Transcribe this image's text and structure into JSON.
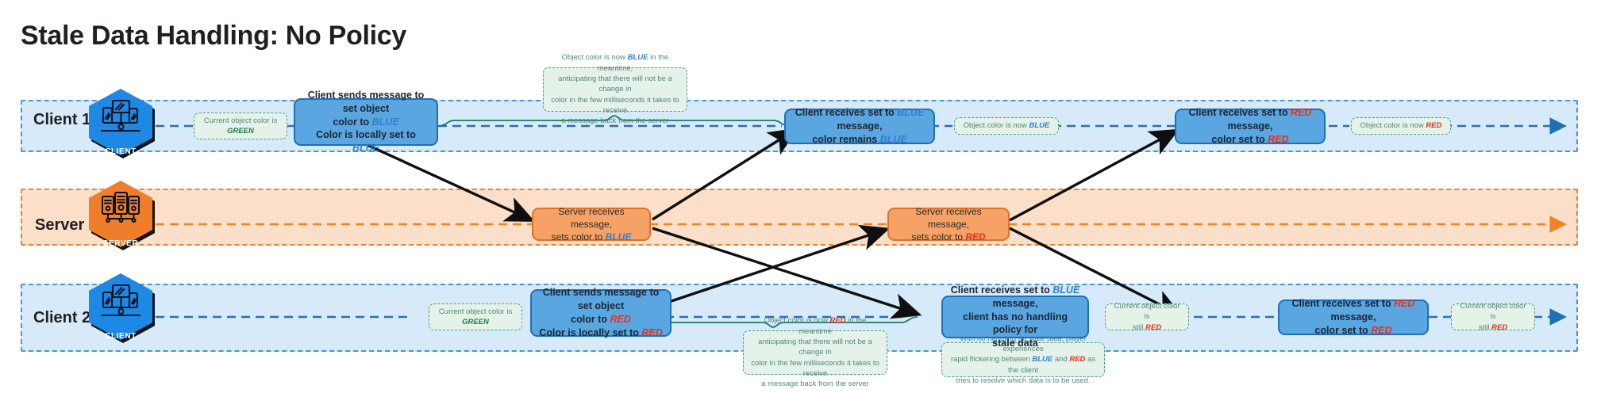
{
  "title": "Stale Data Handling: No Policy",
  "lanes": [
    {
      "id": "client1",
      "label": "Client 1",
      "actor_caption": "CLIENT",
      "icon": "client-devices-icon"
    },
    {
      "id": "server",
      "label": "Server",
      "actor_caption": "SERVER",
      "icon": "server-rack-icon"
    },
    {
      "id": "client2",
      "label": "Client 2",
      "actor_caption": "CLIENT",
      "icon": "client-devices-icon"
    }
  ],
  "client1": {
    "state_start": {
      "line1": "Current object color is",
      "line2": "GREEN"
    },
    "box_send": {
      "line1_a": "Client sends message to set object",
      "line1_b": "color to ",
      "line1_c": "BLUE",
      "line2_a": "Color is locally set to ",
      "line2_b": "BLUE"
    },
    "note_meantime": {
      "l1_a": "Object color is now ",
      "l1_b": "BLUE",
      "l1_c": " in the meantime,",
      "l2": "anticipating that there will not be a change in",
      "l3": "color in the few milliseconds it takes to receive",
      "l4": "a message back from the server"
    },
    "box_recv_blue": {
      "line1_a": "Client receives set to ",
      "line1_b": "BLUE",
      "line1_c": " message,",
      "line2_a": "color remains ",
      "line2_b": "BLUE"
    },
    "state_blue": {
      "text_a": "Object color is now ",
      "text_b": "BLUE"
    },
    "box_recv_red": {
      "line1_a": "Client receives set to ",
      "line1_b": "RED",
      "line1_c": " message,",
      "line2_a": "color set to ",
      "line2_b": "RED"
    },
    "state_red": {
      "text_a": "Object color is now ",
      "text_b": "RED"
    }
  },
  "server": {
    "box_blue": {
      "line1": "Server receives message,",
      "line2_a": "sets color to ",
      "line2_b": "BLUE"
    },
    "box_red": {
      "line1": "Server receives message,",
      "line2_a": "sets color to ",
      "line2_b": "RED"
    }
  },
  "client2": {
    "state_start": {
      "line1": "Current object color is",
      "line2": "GREEN"
    },
    "box_send": {
      "line1_a": "Client sends message to set object",
      "line1_b": "color to ",
      "line1_c": "RED",
      "line2_a": "Color is locally set to ",
      "line2_b": "RED"
    },
    "note_meantime": {
      "l1_a": "Object color is now ",
      "l1_b": "RED",
      "l1_c": " in the meantime",
      "l2": "anticipating that there will not be a change in",
      "l3": "color in the few milliseconds it takes to receive",
      "l4": "a message back from the server"
    },
    "box_recv_blue": {
      "line1_a": "Client receives set to ",
      "line1_b": "BLUE",
      "line1_c": " message,",
      "line2": "client has no handling policy for",
      "line3": "stale data"
    },
    "note_flicker": {
      "l1": "With no handling for stale data, player experiences",
      "l2_a": "rapid flickering between ",
      "l2_b": "BLUE",
      "l2_c": " and ",
      "l2_d": "RED",
      "l2_e": " as the client",
      "l3": "tries to resolve which data is to be used."
    },
    "state_still_red_1": {
      "line1": "Current object color is",
      "line2_a": "still ",
      "line2_b": "RED"
    },
    "box_recv_red": {
      "line1_a": "Client receives set to ",
      "line1_b": "RED",
      "line1_c": " message,",
      "line2_a": "color set to ",
      "line2_b": "RED"
    },
    "state_still_red_2": {
      "line1": "Current object color is",
      "line2_a": "still ",
      "line2_b": "RED"
    }
  },
  "colors": {
    "lane_client_fill": "#d7eafa",
    "lane_client_border": "#4d93d6",
    "lane_server_fill": "#fbdfc9",
    "lane_server_border": "#e8813a",
    "process_blue": "#5aa6e0",
    "process_orange": "#f6a165",
    "note_fill": "#e4f2e9",
    "note_border": "#4f9b82",
    "accent_blue": "#2f7fd0",
    "accent_red": "#e8301b",
    "accent_green": "#1f7a44",
    "hex_blue": "#1e88e5",
    "hex_orange": "#f07d2a"
  }
}
